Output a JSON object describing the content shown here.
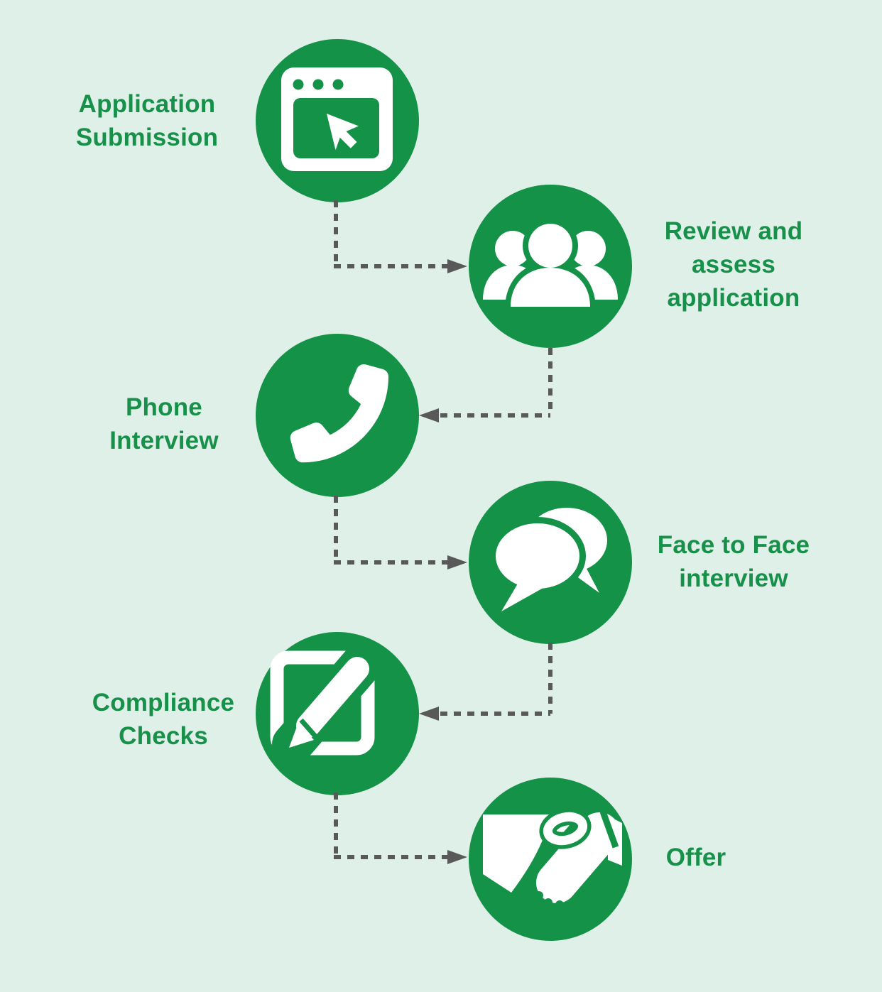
{
  "colors": {
    "background": "#def0e8",
    "circle_green": "#149247",
    "text_green": "#17914a",
    "connector_gray": "#595959",
    "icon_white": "#ffffff"
  },
  "flow": {
    "direction": "zigzag-top-to-bottom",
    "connector_style": "dashed-arrow"
  },
  "steps": [
    {
      "label": "Application\nSubmission",
      "icon": "browser-window-cursor-icon",
      "side": "left"
    },
    {
      "label": "Review and\nassess\napplication",
      "icon": "people-group-icon",
      "side": "right"
    },
    {
      "label": "Phone\nInterview",
      "icon": "phone-handset-icon",
      "side": "left"
    },
    {
      "label": "Face to Face\ninterview",
      "icon": "speech-bubbles-icon",
      "side": "right"
    },
    {
      "label": "Compliance\nChecks",
      "icon": "pencil-square-icon",
      "side": "left"
    },
    {
      "label": "Offer",
      "icon": "handshake-icon",
      "side": "right"
    }
  ]
}
